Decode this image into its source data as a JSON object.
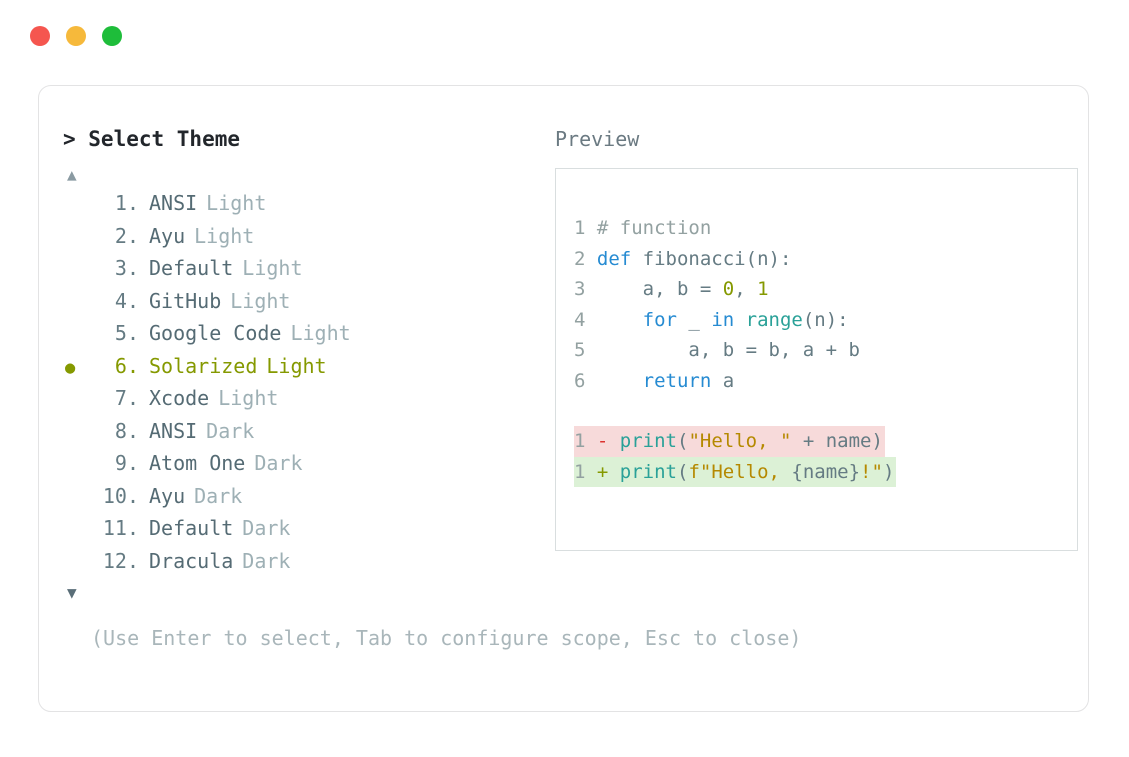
{
  "window": {
    "traffic_lights": [
      {
        "name": "close-button",
        "color": "#f5564f"
      },
      {
        "name": "minimize-button",
        "color": "#f6b93b"
      },
      {
        "name": "maximize-button",
        "color": "#1ebd3a"
      }
    ]
  },
  "selector": {
    "prompt": "> Select Theme",
    "scroll_up_glyph": "▲",
    "scroll_down_glyph": "▼",
    "selected_bullet": "●",
    "selected_index": 6,
    "selected_color": "#859900",
    "items": [
      {
        "number": "1.",
        "name": "ANSI",
        "variant": "Light",
        "selected": false
      },
      {
        "number": "2.",
        "name": "Ayu",
        "variant": "Light",
        "selected": false
      },
      {
        "number": "3.",
        "name": "Default",
        "variant": "Light",
        "selected": false
      },
      {
        "number": "4.",
        "name": "GitHub",
        "variant": "Light",
        "selected": false
      },
      {
        "number": "5.",
        "name": "Google Code",
        "variant": "Light",
        "selected": false
      },
      {
        "number": "6.",
        "name": "Solarized",
        "variant": "Light",
        "selected": true
      },
      {
        "number": "7.",
        "name": "Xcode",
        "variant": "Light",
        "selected": false
      },
      {
        "number": "8.",
        "name": "ANSI",
        "variant": "Dark",
        "selected": false
      },
      {
        "number": "9.",
        "name": "Atom One",
        "variant": "Dark",
        "selected": false
      },
      {
        "number": "10.",
        "name": "Ayu",
        "variant": "Dark",
        "selected": false
      },
      {
        "number": "11.",
        "name": "Default",
        "variant": "Dark",
        "selected": false
      },
      {
        "number": "12.",
        "name": "Dracula",
        "variant": "Dark",
        "selected": false
      }
    ]
  },
  "preview": {
    "label": "Preview",
    "code_lines": [
      {
        "num": "1",
        "tokens": [
          {
            "t": " # function",
            "c": "comment"
          }
        ]
      },
      {
        "num": "2",
        "tokens": [
          {
            "t": " ",
            "c": "plain"
          },
          {
            "t": "def",
            "c": "kw"
          },
          {
            "t": " fibonacci(n):",
            "c": "fn"
          }
        ]
      },
      {
        "num": "3",
        "tokens": [
          {
            "t": "     a, b = ",
            "c": "plain"
          },
          {
            "t": "0",
            "c": "num"
          },
          {
            "t": ", ",
            "c": "plain"
          },
          {
            "t": "1",
            "c": "num"
          }
        ]
      },
      {
        "num": "4",
        "tokens": [
          {
            "t": "     ",
            "c": "plain"
          },
          {
            "t": "for",
            "c": "kw"
          },
          {
            "t": " _ ",
            "c": "plain"
          },
          {
            "t": "in",
            "c": "kw"
          },
          {
            "t": " ",
            "c": "plain"
          },
          {
            "t": "range",
            "c": "builtin"
          },
          {
            "t": "(n):",
            "c": "plain"
          }
        ]
      },
      {
        "num": "5",
        "tokens": [
          {
            "t": "         a, b = b, a + b",
            "c": "plain"
          }
        ]
      },
      {
        "num": "6",
        "tokens": [
          {
            "t": "     ",
            "c": "plain"
          },
          {
            "t": "return",
            "c": "kw"
          },
          {
            "t": " a",
            "c": "plain"
          }
        ]
      }
    ],
    "diff_lines": [
      {
        "num": "1",
        "sign": "-",
        "kind": "del",
        "tokens": [
          {
            "t": " ",
            "c": "plain"
          },
          {
            "t": "print",
            "c": "builtin"
          },
          {
            "t": "(",
            "c": "plain"
          },
          {
            "t": "\"Hello, \"",
            "c": "str"
          },
          {
            "t": " + name)",
            "c": "plain"
          }
        ]
      },
      {
        "num": "1",
        "sign": "+",
        "kind": "add",
        "tokens": [
          {
            "t": " ",
            "c": "plain"
          },
          {
            "t": "print",
            "c": "builtin"
          },
          {
            "t": "(",
            "c": "plain"
          },
          {
            "t": "f\"Hello, ",
            "c": "str"
          },
          {
            "t": "{name}",
            "c": "plain"
          },
          {
            "t": "!\"",
            "c": "str"
          },
          {
            "t": ")",
            "c": "plain"
          }
        ]
      }
    ]
  },
  "footer": {
    "help": "(Use Enter to select, Tab to configure scope, Esc to close)"
  }
}
